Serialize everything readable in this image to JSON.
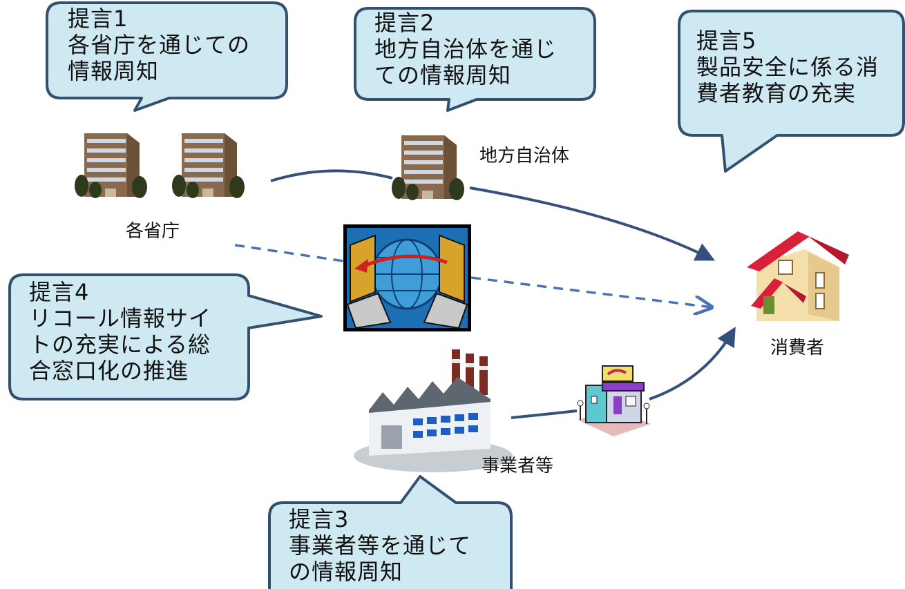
{
  "proposals": [
    {
      "title": "提言1",
      "body": [
        "各省庁を通じての",
        "情報周知"
      ]
    },
    {
      "title": "提言2",
      "body": [
        "地方自治体を通じ",
        "ての情報周知"
      ]
    },
    {
      "title": "提言3",
      "body": [
        "事業者等を通じて",
        "の情報周知"
      ]
    },
    {
      "title": "提言4",
      "body": [
        "リコール情報サイ",
        "トの充実による総",
        "合窓口化の推進"
      ]
    },
    {
      "title": "提言5",
      "body": [
        "製品安全に係る消",
        "費者教育の充実"
      ]
    }
  ],
  "labels": {
    "ministries": "各省庁",
    "local_government": "地方自治体",
    "businesses": "事業者等",
    "consumers": "消費者"
  },
  "colors": {
    "bubble_fill": "#cfe9f2",
    "bubble_border": "#33506f",
    "arrow": "#35507a",
    "dashed_arrow": "#4a73b5"
  },
  "icons": [
    "ministry-building-icon",
    "local-government-building-icon",
    "recall-website-icon",
    "factory-icon",
    "shop-icon",
    "house-icon"
  ]
}
